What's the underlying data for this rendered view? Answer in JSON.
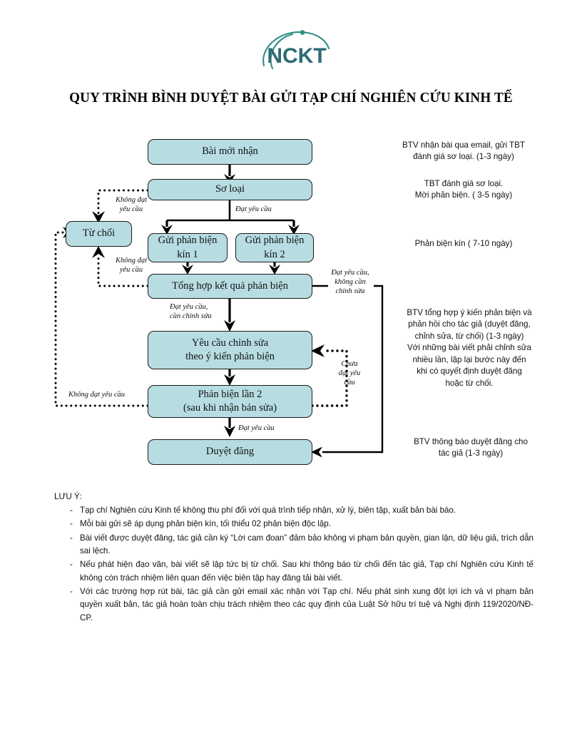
{
  "logo": {
    "text": "NCKT",
    "color": "#2d6b73",
    "arc_color": "#2f8f86",
    "name": "nckt-logo"
  },
  "title": "QUY TRÌNH BÌNH DUYỆT BÀI GỬI TẠP CHÍ NGHIÊN CỨU KINH TẾ",
  "colors": {
    "node_fill": "#b7dde2",
    "node_border": "#1a1a1a",
    "line": "#000000",
    "text": "#111111"
  },
  "nodes": [
    {
      "id": "bai-moi-nhan",
      "label": "Bài mới nhận"
    },
    {
      "id": "so-loai",
      "label": "Sơ loại"
    },
    {
      "id": "tu-choi",
      "label": "Từ chối"
    },
    {
      "id": "gui-phan-bien-kin-1",
      "label": "Gửi phản biện\nkín 1"
    },
    {
      "id": "gui-phan-bien-kin-2",
      "label": "Gửi phản biện\nkín 2"
    },
    {
      "id": "tong-hop-ket-qua",
      "label": "Tổng hợp kết quả phản biện"
    },
    {
      "id": "yeu-cau-chinh-sua",
      "label": "Yêu cầu chỉnh sửa\ntheo ý kiến phản biện"
    },
    {
      "id": "phan-bien-lan-2",
      "label": "Phản biện lần 2\n(sau khi nhận bản sửa)"
    },
    {
      "id": "duyet-dang",
      "label": "Duyệt đăng"
    }
  ],
  "edge_labels": [
    {
      "id": "khong-dat-yeu-cau-1",
      "text": "Không đạt\nyêu cầu"
    },
    {
      "id": "dat-yeu-cau-1",
      "text": "Đạt yêu cầu"
    },
    {
      "id": "khong-dat-yeu-cau-2",
      "text": "Không đạt\nyêu cầu"
    },
    {
      "id": "dat-yeu-cau-khong-can-chinh-sua",
      "text": "Đạt yêu cầu,\nkhông cần\nchỉnh sửa"
    },
    {
      "id": "dat-yeu-cau-can-chinh-sua",
      "text": "Đạt yêu cầu,\ncần chỉnh sửa"
    },
    {
      "id": "chua-dat-yeu-cau",
      "text": "Chưa\nđạt yêu\ncầu"
    },
    {
      "id": "khong-dat-yeu-cau-3",
      "text": "Không đạt yêu cầu"
    },
    {
      "id": "dat-yeu-cau-2",
      "text": "Đạt yêu cầu"
    }
  ],
  "right_notes": [
    {
      "id": "note-btv-nhan-bai",
      "text": "BTV nhận bài qua email, gửi TBT\nđánh giá sơ loại. (1-3 ngày)"
    },
    {
      "id": "note-tbt-danh-gia",
      "text": "TBT đánh giá sơ loại.\nMời phản biện. ( 3-5 ngày)"
    },
    {
      "id": "note-phan-bien-kin",
      "text": "Phản biện kín ( 7-10 ngày)"
    },
    {
      "id": "note-btv-tong-hop",
      "text": "BTV tổng hợp ý kiến phản biện và\nphản hồi cho tác giả (duyệt đăng,\nchỉnh sửa, từ chối) (1-3 ngày)\nVới những bài viết phải chỉnh sửa\nnhiều lần, lặp lại bước này đến\nkhi có quyết định duyệt đăng\nhoặc từ chối."
    },
    {
      "id": "note-btv-thong-bao",
      "text": "BTV thông báo duyệt đăng cho\ntác giả (1-3 ngày)"
    }
  ],
  "notes": {
    "title": "LƯU Ý:",
    "bullet": "-",
    "items": [
      "Tạp chí Nghiên cứu Kinh tế không thu phí đối với quá trình tiếp nhận, xử lý, biên tập, xuất bản bài báo.",
      "Mỗi bài gửi sẽ áp dụng phản biện kín, tối thiểu 02 phản biện độc lập.",
      "Bài viết được duyệt đăng, tác giả cần ký “Lời cam đoan” đảm bảo không vi phạm bản quyền, gian lận, dữ liệu giả, trích dẫn sai lệch.",
      "Nếu phát hiện đạo văn, bài viết sẽ lập tức bị từ chối. Sau khi thông báo từ chối đến tác giả, Tạp chí Nghiên cứu Kinh tế không còn trách nhiệm liên quan đến việc biên tập hay đăng tải bài viết.",
      "Với các trường hợp rút bài, tác giả cần gửi email xác nhận với Tạp chí. Nếu phát sinh xung đột lợi ích và vi phạm bản quyền xuất bản, tác giả hoàn toàn chịu trách nhiệm theo các quy định của Luật Sở hữu trí tuệ và Nghị định 119/2020/NĐ-CP."
    ]
  }
}
